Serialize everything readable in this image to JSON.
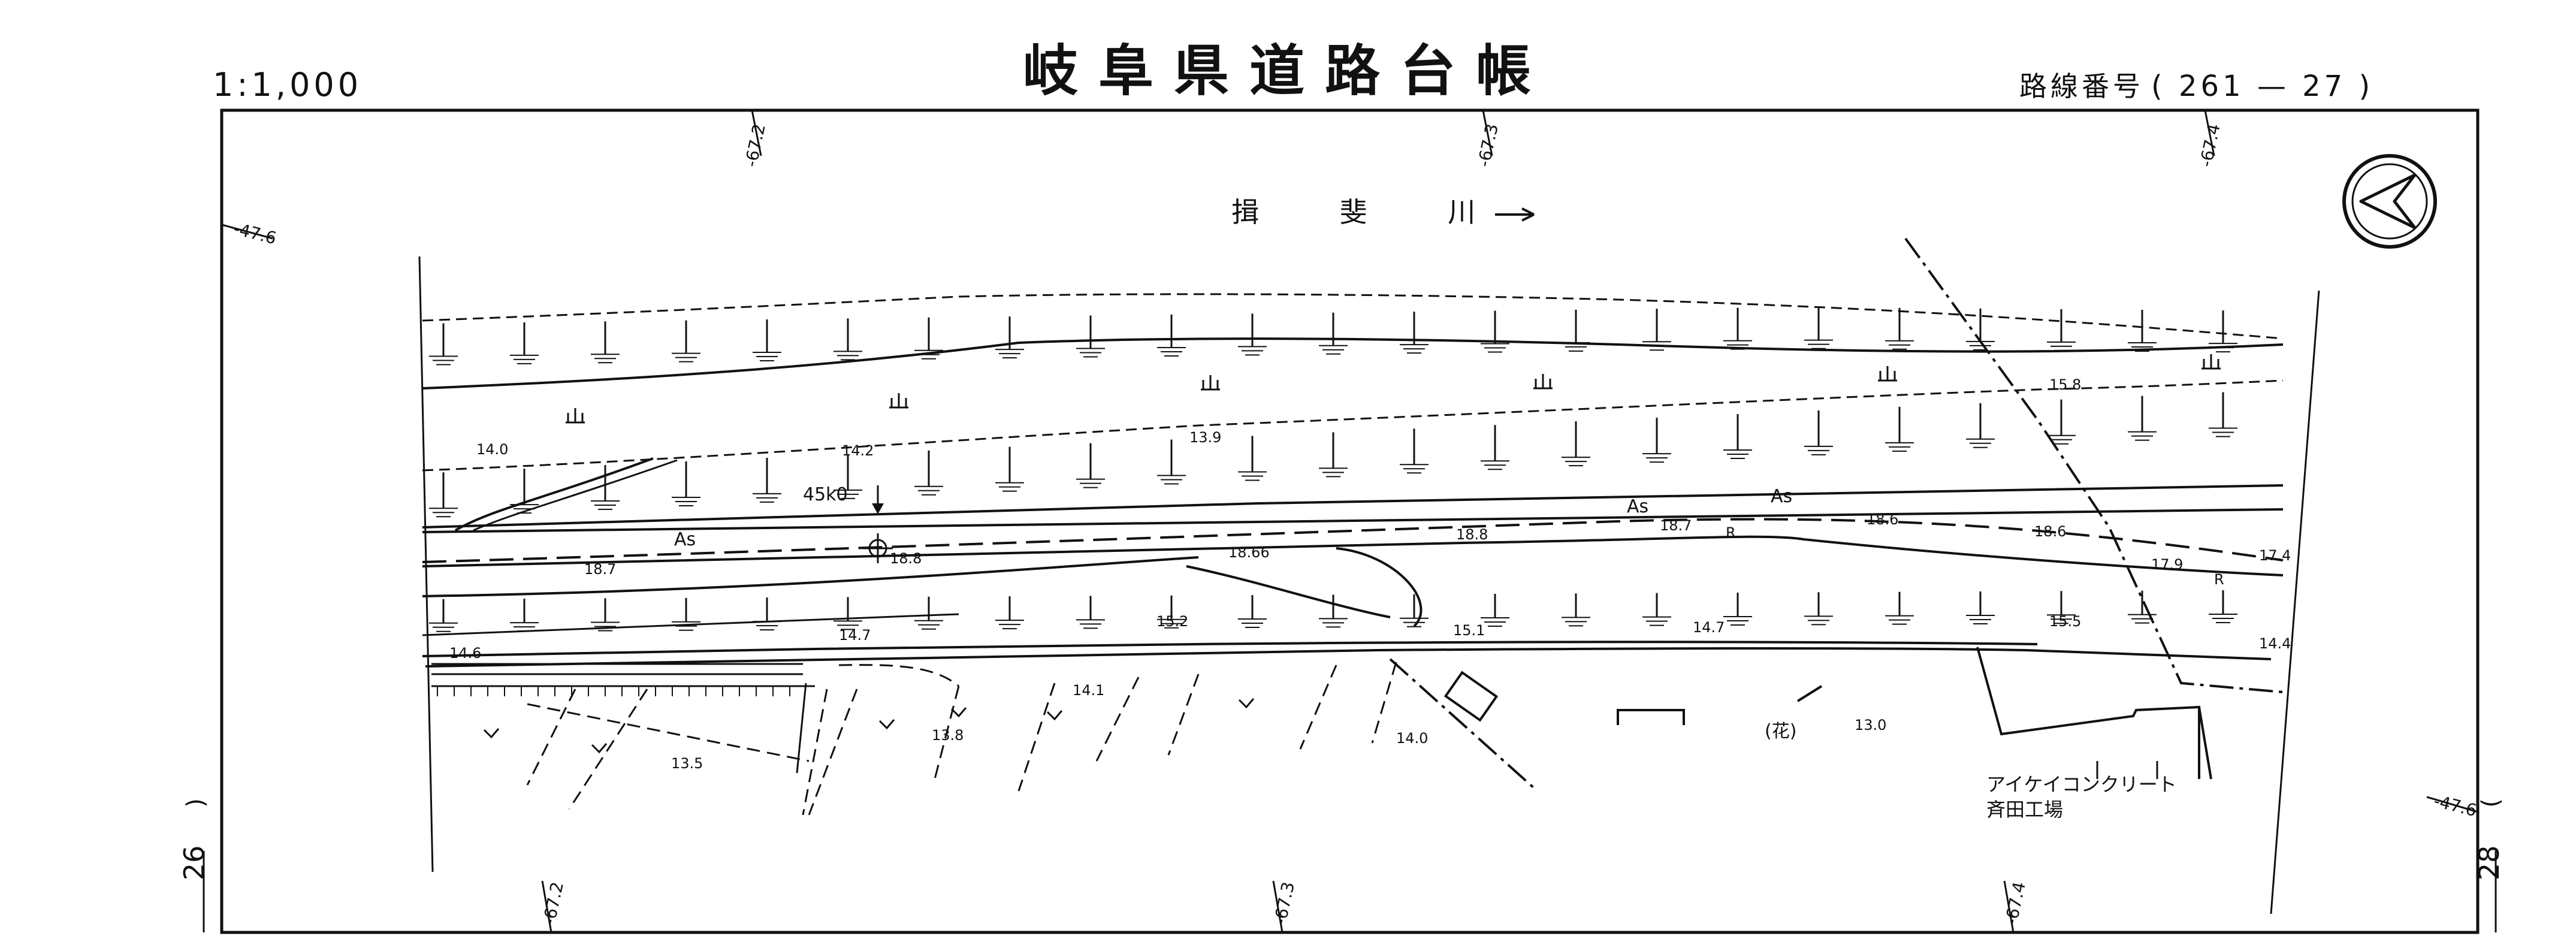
{
  "header": {
    "scale": "1:1,000",
    "title": "岐阜県道路台帳",
    "route_label": "路線番号",
    "route_number": "( 261 — 27 )"
  },
  "map": {
    "river_label": "揖 斐 川",
    "side_sheets": {
      "left": "26",
      "right": "28"
    },
    "grid_labels": [
      "-67.2",
      "-67.3",
      "-67.4",
      "-47.6"
    ],
    "elevations": [
      "14.0",
      "14.2",
      "13.9",
      "15.8",
      "18.7",
      "18.8",
      "18.66",
      "18.6",
      "17.4",
      "17.9",
      "14.7",
      "15.2",
      "15.1",
      "15.5",
      "14.4",
      "14.6",
      "14.1",
      "13.8",
      "14.0",
      "13.5",
      "13.0"
    ],
    "station": "45k0",
    "pavement_label": "As",
    "radius_label": "R",
    "flower_symbol": "(花)",
    "facility_line1": "アイケイコンクリート",
    "facility_line2": "斉田工場"
  },
  "colors": {
    "ink": "#111111",
    "paper": "#ffffff"
  }
}
